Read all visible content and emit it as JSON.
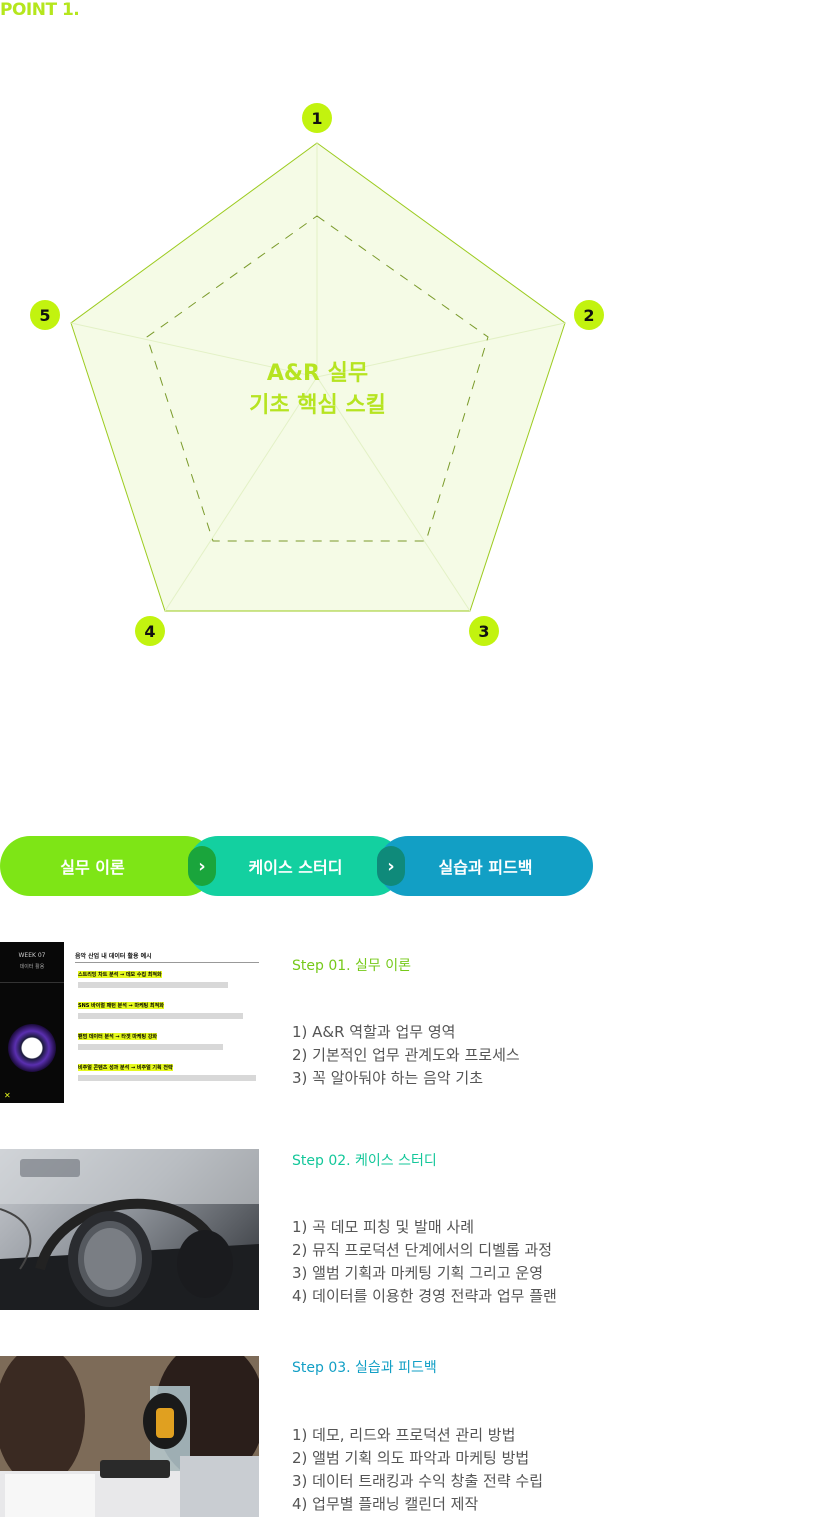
{
  "point": {
    "label": "POINT 1."
  },
  "radar": {
    "center_line1": "A&R 실무",
    "center_line2": "기초 핵심 스킬",
    "axes": [
      "1",
      "2",
      "3",
      "4",
      "5"
    ],
    "colors": {
      "accent": "#c2f30f",
      "outline": "#9ccb1f",
      "fill": "#f5fbe6"
    }
  },
  "process": [
    {
      "label": "실무 이론",
      "color": "#7ee516"
    },
    {
      "label": "케이스 스터디",
      "color": "#13d0a0"
    },
    {
      "label": "실습과 피드백",
      "color": "#129fc5"
    }
  ],
  "steps": [
    {
      "title": "Step 01. 실무 이론",
      "title_color": "#76c91a",
      "thumbnail": "lecture-slide-image",
      "slide": {
        "week": "WEEK 07",
        "subtitle": "데이터 활용",
        "heading": "음악 산업 내 데이터 활용 예시",
        "items": [
          "스트리밍 차트 분석 → 데모 수집 최적화",
          "SNS 바이럴 패턴 분석 → 마케팅 최적화",
          "팬덤 데이터 분석 → 타겟 마케팅 강화",
          "비주얼 콘텐츠 성과 분석 → 비주얼 기획 전략"
        ]
      },
      "items": [
        "1) A&R 역할과 업무 영역",
        "2) 기본적인 업무 관계도와 프로세스",
        "3) 꼭 알아둬야 하는 음악 기초"
      ]
    },
    {
      "title": "Step 02. 케이스 스터디",
      "title_color": "#13c79a",
      "thumbnail": "headphones-photo",
      "items": [
        "1) 곡 데모 피칭 및 발매 사례",
        "2) 뮤직 프로덕션 단계에서의 디벨롭 과정",
        "3) 앨범 기획과 마케팅 기획 그리고 운영",
        "4) 데이터를 이용한 경영 전략과 업무 플랜"
      ]
    },
    {
      "title": "Step 03. 실습과 피드백",
      "title_color": "#129fc5",
      "thumbnail": "recording-studio-photo",
      "items": [
        "1) 데모, 리드와 프로덕션 관리 방법",
        "2) 앨범 기획 의도 파악과 마케팅 방법",
        "3) 데이터 트래킹과 수익 창출 전략 수립",
        "4) 업무별 플래닝 캘린더 제작"
      ]
    }
  ]
}
